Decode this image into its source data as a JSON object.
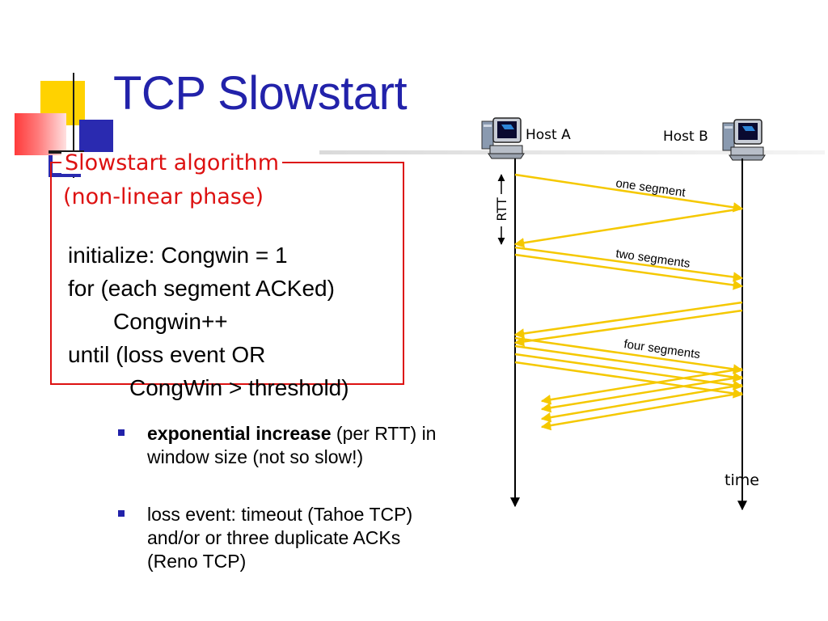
{
  "slide": {
    "title": "TCP Slowstart"
  },
  "algorithm": {
    "heading": "Slowstart algorithm",
    "subheading": "(non-linear phase)",
    "code_lines": [
      "initialize: Congwin = 1",
      "for (each segment ACKed)",
      "Congwin++",
      "until (loss event OR",
      "CongWin > threshold)"
    ]
  },
  "bullets": [
    {
      "bold": "exponential increase",
      "rest": " (per RTT) in window size (not so slow!)"
    },
    {
      "bold": "",
      "rest": "loss event: timeout (Tahoe TCP) and/or or three duplicate ACKs (Reno TCP)"
    }
  ],
  "diagram": {
    "host_a_label": "Host A",
    "host_b_label": "Host B",
    "rtt_label": "RTT",
    "time_label": "time",
    "segment_labels": [
      "one segment",
      "two segments",
      "four segments"
    ],
    "host_icon": "computer-icon",
    "arrow_color": "#f5c800",
    "timeline_color": "#000000"
  },
  "theme": {
    "title_color": "#2222aa",
    "accent_red": "#dd1111",
    "bullet_color": "#2222aa"
  }
}
